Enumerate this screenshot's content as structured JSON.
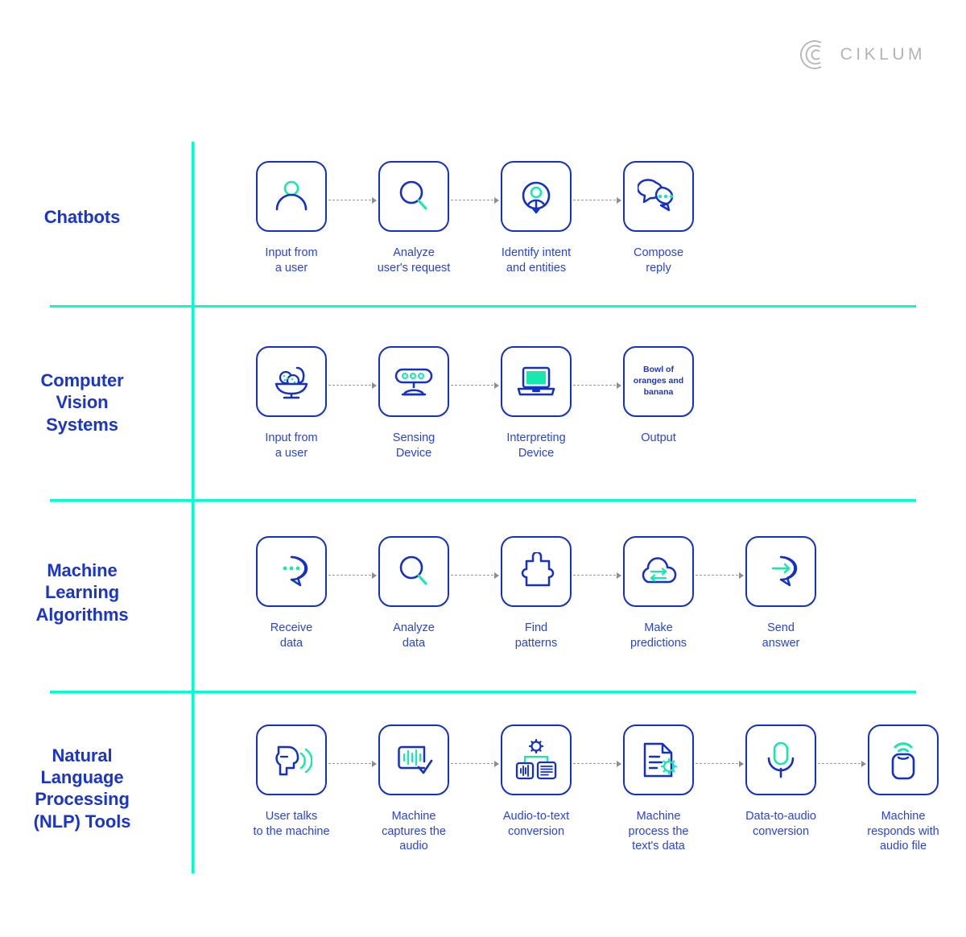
{
  "brand": {
    "name": "CIKLUM",
    "logo_icon": "ciklum-concentric-arcs-logo"
  },
  "colors": {
    "blue": "#1430c8",
    "label_blue": "#1a35c8",
    "green": "#00ffcc",
    "accent_green": "#16e8b0",
    "rule": "#00ffcc",
    "connector": "#9a9a9a"
  },
  "rows": [
    {
      "title": "Chatbots",
      "steps": [
        {
          "label": "Input from\na user",
          "icon": "user-head-icon"
        },
        {
          "label": "Analyze\nuser's request",
          "icon": "magnifier-icon"
        },
        {
          "label": "Identify intent\nand entities",
          "icon": "identify-intent-icon"
        },
        {
          "label": "Compose\nreply",
          "icon": "chat-bubbles-icon"
        }
      ]
    },
    {
      "title": "Computer\nVision\nSystems",
      "steps": [
        {
          "label": "Input from\na user",
          "icon": "fruit-bowl-icon"
        },
        {
          "label": "Sensing\nDevice",
          "icon": "sensor-bar-icon"
        },
        {
          "label": "Interpreting\nDevice",
          "icon": "laptop-icon"
        },
        {
          "label": "Output",
          "icon": "text-output-box",
          "box_text": "Bowl of\noranges and\nbanana"
        }
      ]
    },
    {
      "title": "Machine\nLearning\nAlgorithms",
      "steps": [
        {
          "label": "Receive\ndata",
          "icon": "speech-bubble-dots-icon"
        },
        {
          "label": "Analyze\ndata",
          "icon": "magnifier-icon"
        },
        {
          "label": "Find\npatterns",
          "icon": "puzzle-piece-icon"
        },
        {
          "label": "Make\npredictions",
          "icon": "cloud-exchange-icon"
        },
        {
          "label": "Send\nanswer",
          "icon": "speech-bubble-arrow-icon"
        }
      ]
    },
    {
      "title": "Natural\nLanguage\nProcessing\n(NLP) Tools",
      "steps": [
        {
          "label": "User talks\nto the machine",
          "icon": "talking-head-icon"
        },
        {
          "label": "Machine\ncaptures the\naudio",
          "icon": "waveform-check-icon"
        },
        {
          "label": "Audio-to-text\nconversion",
          "icon": "audio-to-text-icon"
        },
        {
          "label": "Machine\nprocess the\ntext's data",
          "icon": "document-gear-icon"
        },
        {
          "label": "Data-to-audio\nconversion",
          "icon": "microphone-icon"
        },
        {
          "label": "Machine\nresponds with\naudio file",
          "icon": "smart-speaker-icon"
        }
      ]
    }
  ]
}
